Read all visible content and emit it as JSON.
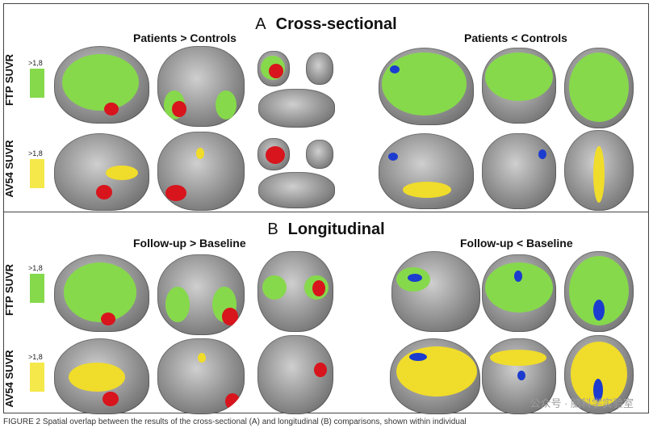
{
  "panels": [
    {
      "letter": "A",
      "title": "Cross-sectional",
      "groups": [
        {
          "title": "Patients > Controls"
        },
        {
          "title": "Patients < Controls"
        }
      ],
      "rows": [
        {
          "label": "FTP SUVR",
          "legend": ">1,8",
          "color": "#86d94b"
        },
        {
          "label": "AV54 SUVR",
          "legend": ">1,8",
          "color": "#f5e84a"
        }
      ]
    },
    {
      "letter": "B",
      "title": "Longitudinal",
      "groups": [
        {
          "title": "Follow-up > Baseline"
        },
        {
          "title": "Follow-up < Baseline"
        }
      ],
      "rows": [
        {
          "label": "FTP SUVR",
          "legend": ">1,8",
          "color": "#86d94b"
        },
        {
          "label": "AV54 SUVR",
          "legend": ">1,8",
          "color": "#f5e84a"
        }
      ]
    }
  ],
  "watermark": "公众号 · 脑科学实验室",
  "caption_fragment": "FIGURE 2  Spatial overlap between the results of the cross-sectional (A) and longitudinal (B) comparisons, shown within individual"
}
